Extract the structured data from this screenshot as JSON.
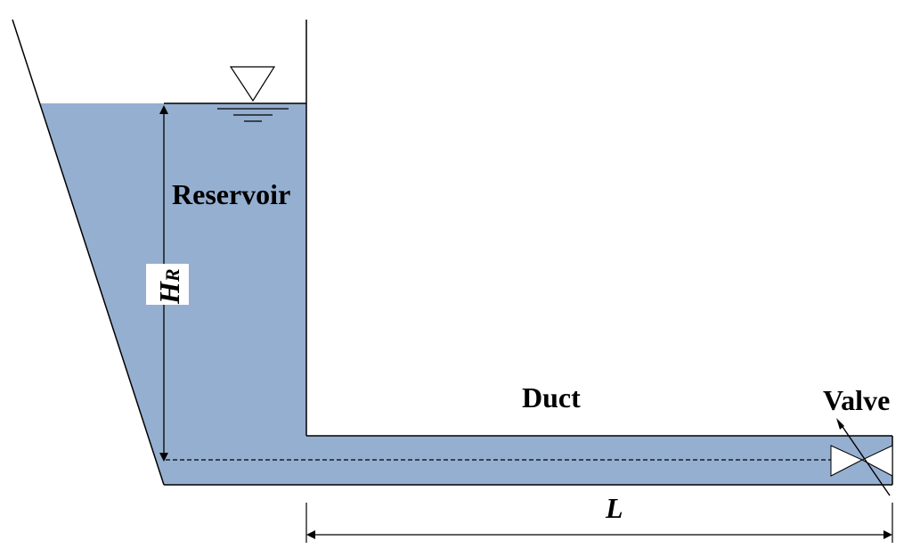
{
  "labels": {
    "reservoir": "Reservoir",
    "duct": "Duct",
    "valve": "Valve",
    "head": "H",
    "head_subscript": "R",
    "length": "L"
  },
  "colors": {
    "water": "#95afd0",
    "line": "#000000",
    "background": "#ffffff"
  }
}
